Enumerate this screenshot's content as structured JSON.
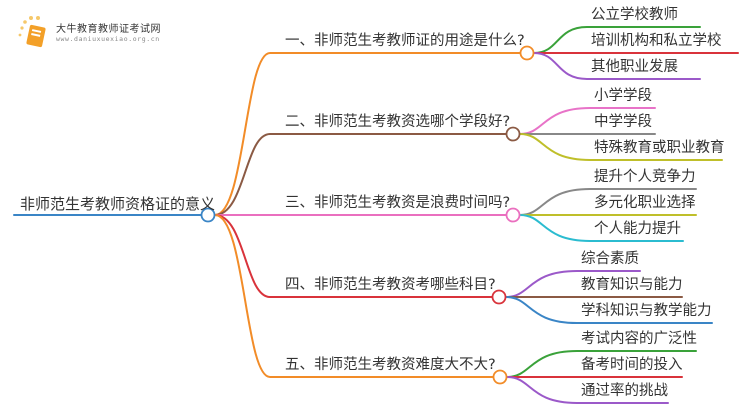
{
  "logo": {
    "title": "大牛教育教师证考试网",
    "url": "www.daniuxuexiao.org.cn",
    "icon": "book-icon"
  },
  "root": {
    "label": "非师范生考教师资格证的意义",
    "color": "#3a85c6"
  },
  "branches": [
    {
      "label": "一、非师范生考教师证的用途是什么?",
      "color": "#f28c28",
      "children": [
        {
          "label": "公立学校教师",
          "color": "#3aa23a"
        },
        {
          "label": "培训机构和私立学校",
          "color": "#d9333b"
        },
        {
          "label": "其他职业发展",
          "color": "#9b59c9"
        }
      ]
    },
    {
      "label": "二、非师范生考教资选哪个学段好?",
      "color": "#8b5a44",
      "children": [
        {
          "label": "小学学段",
          "color": "#e873c8"
        },
        {
          "label": "中学学段",
          "color": "#888888"
        },
        {
          "label": "特殊教育或职业教育",
          "color": "#bfbf2a"
        }
      ]
    },
    {
      "label": "三、非师范生考教资是浪费时间吗?",
      "color": "#ea6fbf",
      "children": [
        {
          "label": "提升个人竞争力",
          "color": "#888888"
        },
        {
          "label": "多元化职业选择",
          "color": "#bfbf2a"
        },
        {
          "label": "个人能力提升",
          "color": "#2bbcd0"
        }
      ]
    },
    {
      "label": "四、非师范生考教资考哪些科目?",
      "color": "#d9333b",
      "children": [
        {
          "label": "综合素质",
          "color": "#9b59c9"
        },
        {
          "label": "教育知识与能力",
          "color": "#8b5a44"
        },
        {
          "label": "学科知识与教学能力",
          "color": "#3a85c6"
        }
      ]
    },
    {
      "label": "五、非师范生考教资难度大不大?",
      "color": "#f28c28",
      "children": [
        {
          "label": "考试内容的广泛性",
          "color": "#3aa23a"
        },
        {
          "label": "备考时间的投入",
          "color": "#d9333b"
        },
        {
          "label": "通过率的挑战",
          "color": "#9b59c9"
        }
      ]
    }
  ]
}
